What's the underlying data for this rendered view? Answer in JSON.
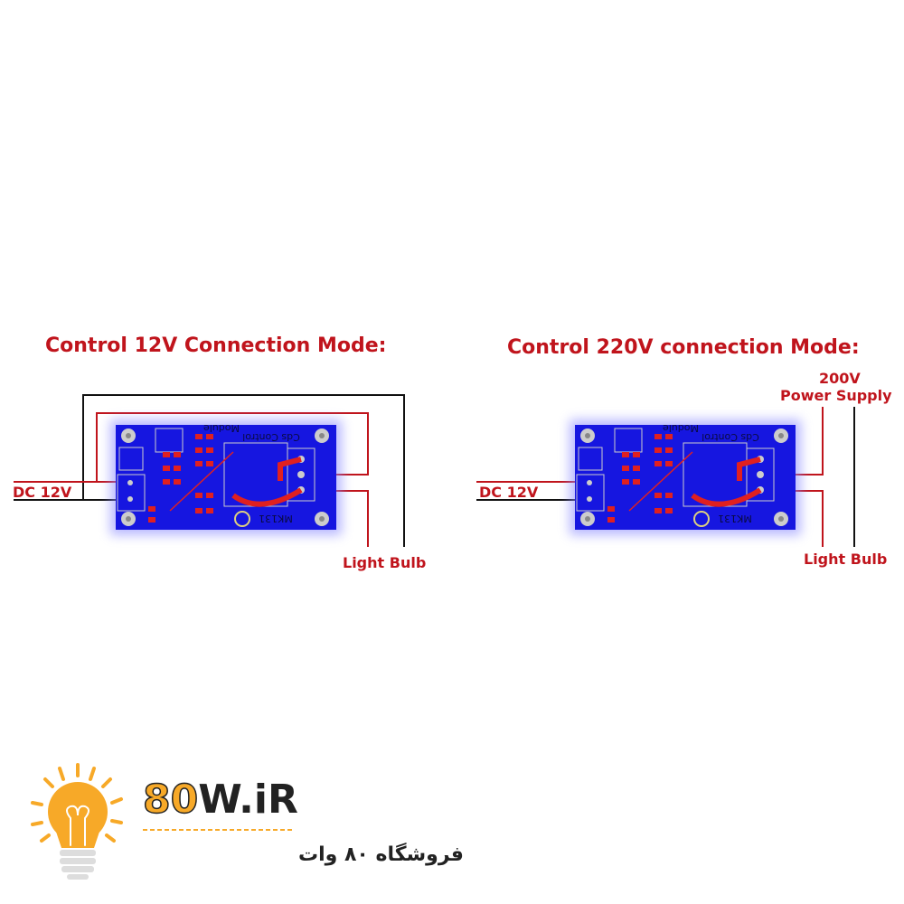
{
  "left_diagram": {
    "title": "Control 12V Connection Mode:",
    "dc_label": "DC 12V",
    "bulb_label": "Light Bulb",
    "board_text": [
      "Cds Control",
      "Module",
      "MK131"
    ]
  },
  "right_diagram": {
    "title": "Control 220V connection Mode:",
    "dc_label": "DC 12V",
    "supply_voltage": "200V",
    "supply_label": "Power Supply",
    "bulb_label": "Light Bulb",
    "board_text": [
      "Cds Control",
      "Module",
      "MK131"
    ]
  },
  "logo": {
    "brand_num": "80",
    "brand_rest": "W.iR",
    "subtitle": "فروشگاه ۸۰ وات"
  },
  "colors": {
    "wire_red": "#c0141c",
    "board_blue": "#1a1ad8",
    "logo_orange": "#f7a928"
  }
}
